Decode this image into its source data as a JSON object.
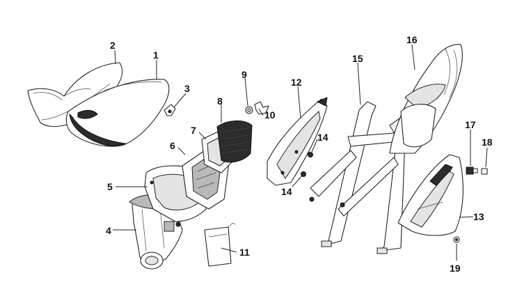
{
  "callouts": {
    "c1": "1",
    "c2": "2",
    "c3": "3",
    "c4": "4",
    "c5": "5",
    "c6": "6",
    "c7": "7",
    "c8": "8",
    "c9": "9",
    "c10": "10",
    "c11": "11",
    "c12": "12",
    "c13": "13",
    "c14a": "14",
    "c14b": "14",
    "c15": "15",
    "c16": "16",
    "c17": "17",
    "c18": "18",
    "c19": "19"
  },
  "colors": {
    "line": "#222222",
    "background": "#ffffff",
    "shade": "#2c2c2c"
  }
}
